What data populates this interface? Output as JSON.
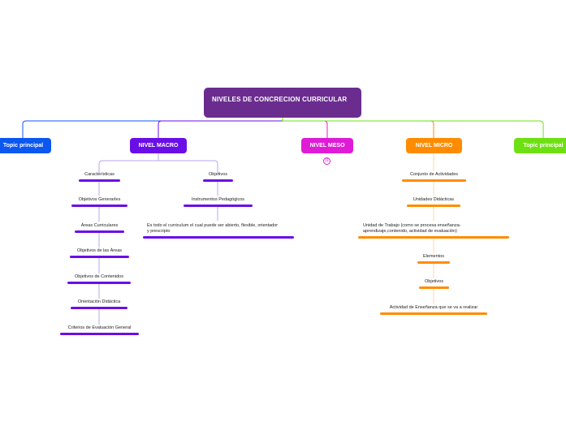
{
  "root": {
    "title": "NIVELES DE CONCRECION CURRICULAR",
    "color": "#6a2d8f"
  },
  "branches": [
    {
      "label": "Topic principal",
      "color": "#0b57f0"
    },
    {
      "label": "NIVEL MACRO",
      "color": "#6a0ee8"
    },
    {
      "label": "NIVEL MESO",
      "color": "#e01bd7",
      "badge": "11"
    },
    {
      "label": "NIVEL MICRO",
      "color": "#ff8c00"
    },
    {
      "label": "Topic principal",
      "color": "#6ee011"
    }
  ],
  "macro": {
    "left": [
      "Características",
      "Objetivos Generarles",
      "Áreas Curriculares",
      "Objetivos de las Áreas",
      "Objetivos de Contenidos",
      "Orientación Didáctica",
      "Criterios de Evaluación General"
    ],
    "right": [
      "Objetivos",
      "Instrumentos Pedagógicos",
      "Es todo el curriculum el cual puede ser abierto, flexible, orientador y prescripto"
    ]
  },
  "micro": [
    "Conjunto de Actividades",
    "Unidades Didácticas",
    "Unidad de Trabajo (como se procesa enseñanza-aprendizaje,contenido, actividad de evaluación)",
    "Elementos",
    "Objetivos",
    "Actividad de Enseñanza que se va a realizar"
  ]
}
